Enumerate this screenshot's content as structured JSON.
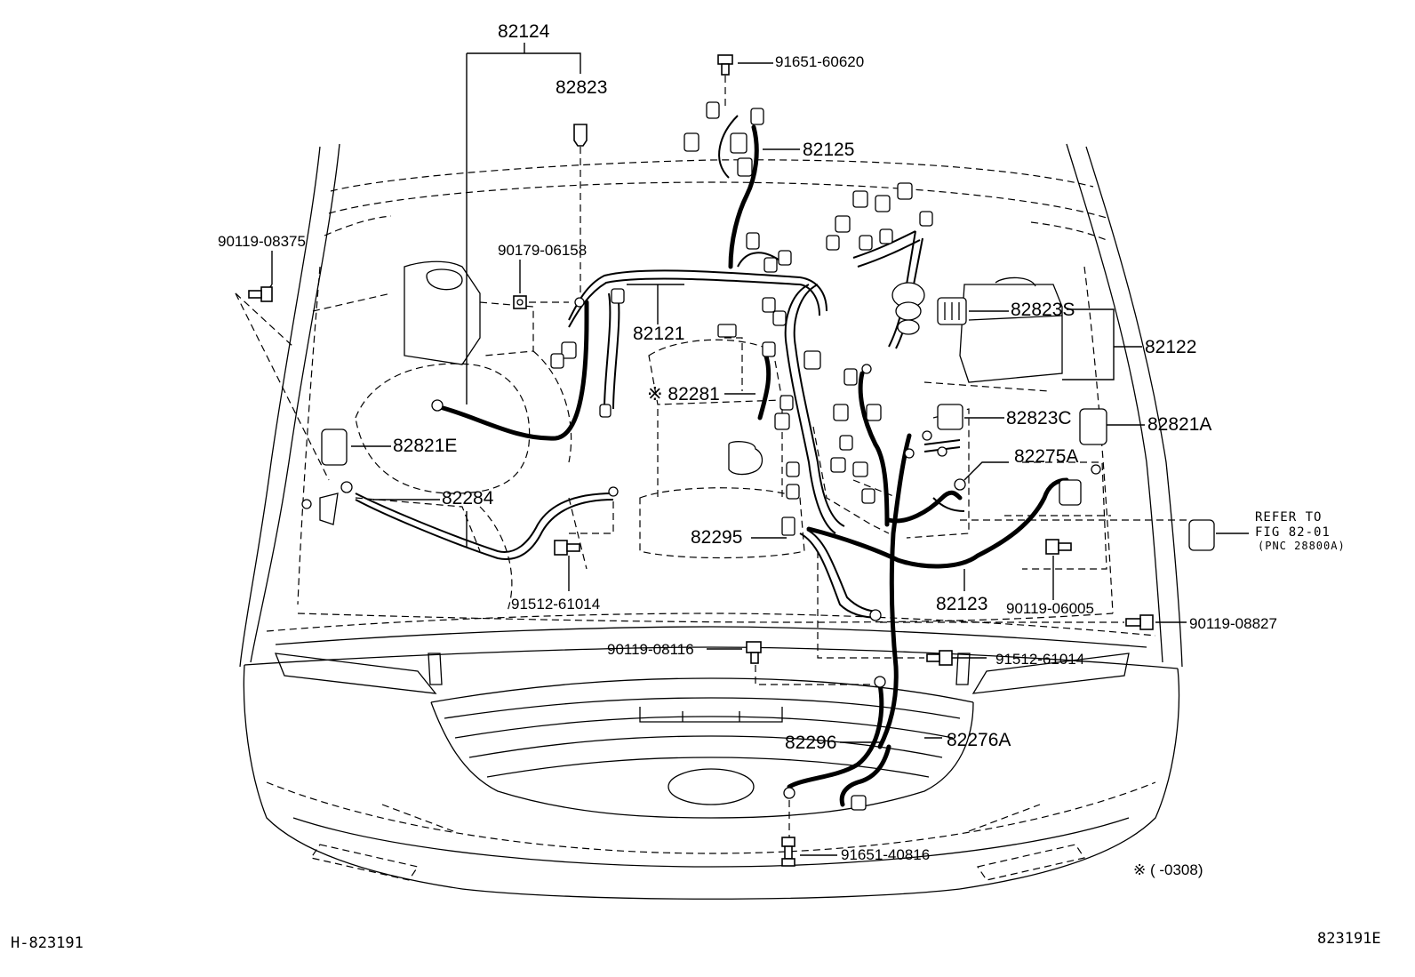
{
  "labels": {
    "p82124": "82124",
    "p82823": "82823",
    "p91651_60620": "91651-60620",
    "p82125": "82125",
    "p90119_08375": "90119-08375",
    "p90179_06158": "90179-06158",
    "p82121": "82121",
    "p82823S": "82823S",
    "p82122": "82122",
    "p82281": "※ 82281",
    "p82823C": "82823C",
    "p82821A": "82821A",
    "p82821E": "82821E",
    "p82275A": "82275A",
    "p82284": "82284",
    "p82295": "82295",
    "p91512_61014_left": "91512-61014",
    "p82123": "82123",
    "p90119_06005": "90119-06005",
    "p90119_08827": "90119-08827",
    "p90119_08116": "90119-08116",
    "p91512_61014_right": "91512-61014",
    "p82296": "82296",
    "p82276A": "82276A",
    "p91651_40816": "91651-40816"
  },
  "refer": {
    "line1": "REFER TO",
    "line2": "FIG 82-01",
    "line3": "(PNC 28800A)"
  },
  "footnote": "※ (      -0308)",
  "codes": {
    "left": "H-823191",
    "right": "823191E"
  }
}
